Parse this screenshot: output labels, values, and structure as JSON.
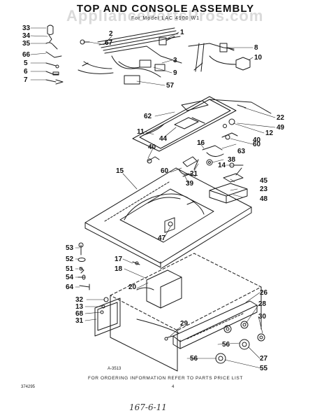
{
  "header": {
    "title": "TOP AND CONSOLE ASSEMBLY",
    "subtitle": "For Model LAC 4900 W1",
    "watermark": "AppliancePartsPros.com"
  },
  "footer": {
    "diagram_code": "A-3513",
    "ordering_note": "FOR ORDERING INFORMATION REFER TO PARTS PRICE LIST",
    "page_mark": "4",
    "form_number": "374295",
    "handwritten_note": "167-6-11"
  },
  "callouts": [
    "33",
    "34",
    "35",
    "66",
    "5",
    "6",
    "7",
    "2",
    "67",
    "1",
    "3",
    "9",
    "57",
    "8",
    "10",
    "62",
    "22",
    "49",
    "12",
    "11",
    "44",
    "16",
    "60",
    "63",
    "40",
    "38",
    "14",
    "21",
    "39",
    "60b",
    "45",
    "23",
    "48",
    "15",
    "47",
    "53",
    "52",
    "51",
    "54",
    "64",
    "17",
    "18",
    "20",
    "32",
    "13",
    "68",
    "31",
    "26",
    "28",
    "30",
    "29",
    "56",
    "27",
    "56b",
    "55",
    "40b"
  ],
  "callout_text": {
    "33": "33",
    "34": "34",
    "35": "35",
    "66": "66",
    "5": "5",
    "6": "6",
    "7": "7",
    "2": "2",
    "67": "67",
    "1": "1",
    "3": "3",
    "9": "9",
    "57": "57",
    "8": "8",
    "10": "10",
    "62": "62",
    "22": "22",
    "49": "49",
    "12": "12",
    "11": "11",
    "44": "44",
    "16": "16",
    "60": "60",
    "63": "63",
    "40": "40",
    "38": "38",
    "14": "14",
    "21": "21",
    "39": "39",
    "60b": "60",
    "45": "45",
    "23": "23",
    "48": "48",
    "15": "15",
    "47": "47",
    "53": "53",
    "52": "52",
    "51": "51",
    "54": "54",
    "64": "64",
    "17": "17",
    "18": "18",
    "20": "20",
    "32": "32",
    "13": "13",
    "68": "68",
    "31": "31",
    "26": "26",
    "28": "28",
    "30": "30",
    "29": "29",
    "56": "56",
    "27": "27",
    "56b": "56",
    "55": "55",
    "40b": "40"
  }
}
